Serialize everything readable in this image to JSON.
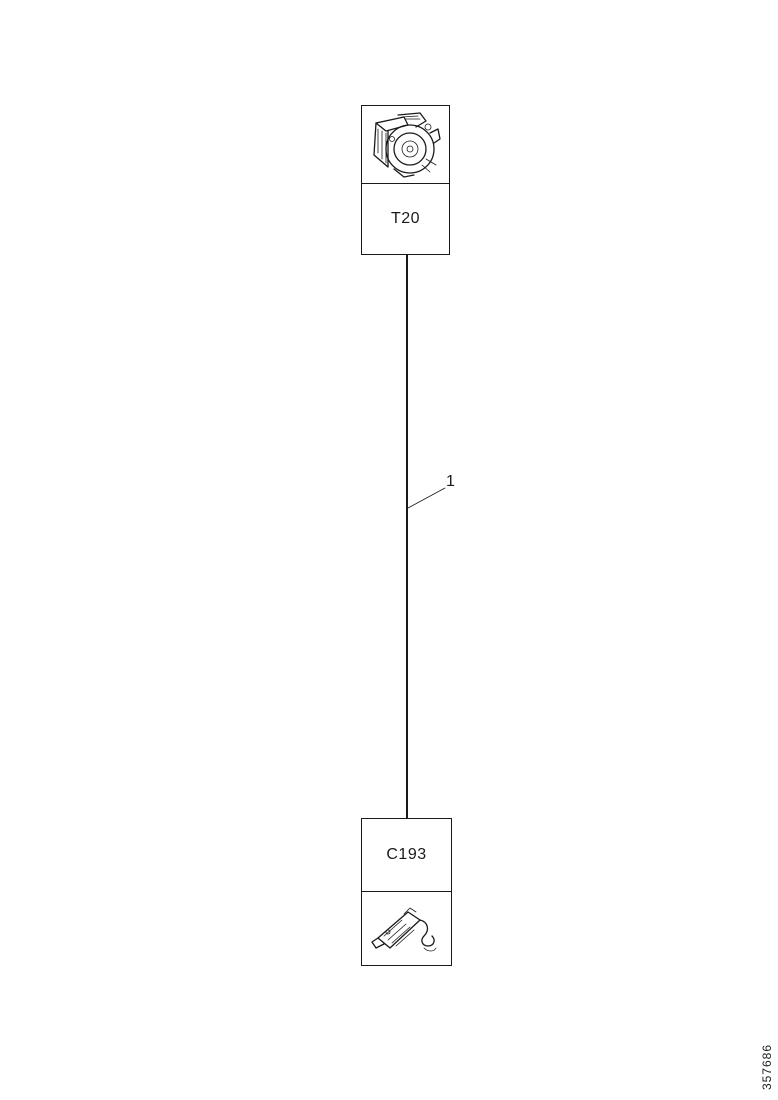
{
  "page": {
    "background": "#ffffff",
    "ink_color": "#1a1a1a"
  },
  "diagram": {
    "top_component": {
      "code": "T20",
      "illustration": "motor-actuator-illustration"
    },
    "bottom_component": {
      "code": "C193",
      "illustration": "connector-pigtail-illustration"
    },
    "wire_callout": "1",
    "figure_number": "357686"
  }
}
